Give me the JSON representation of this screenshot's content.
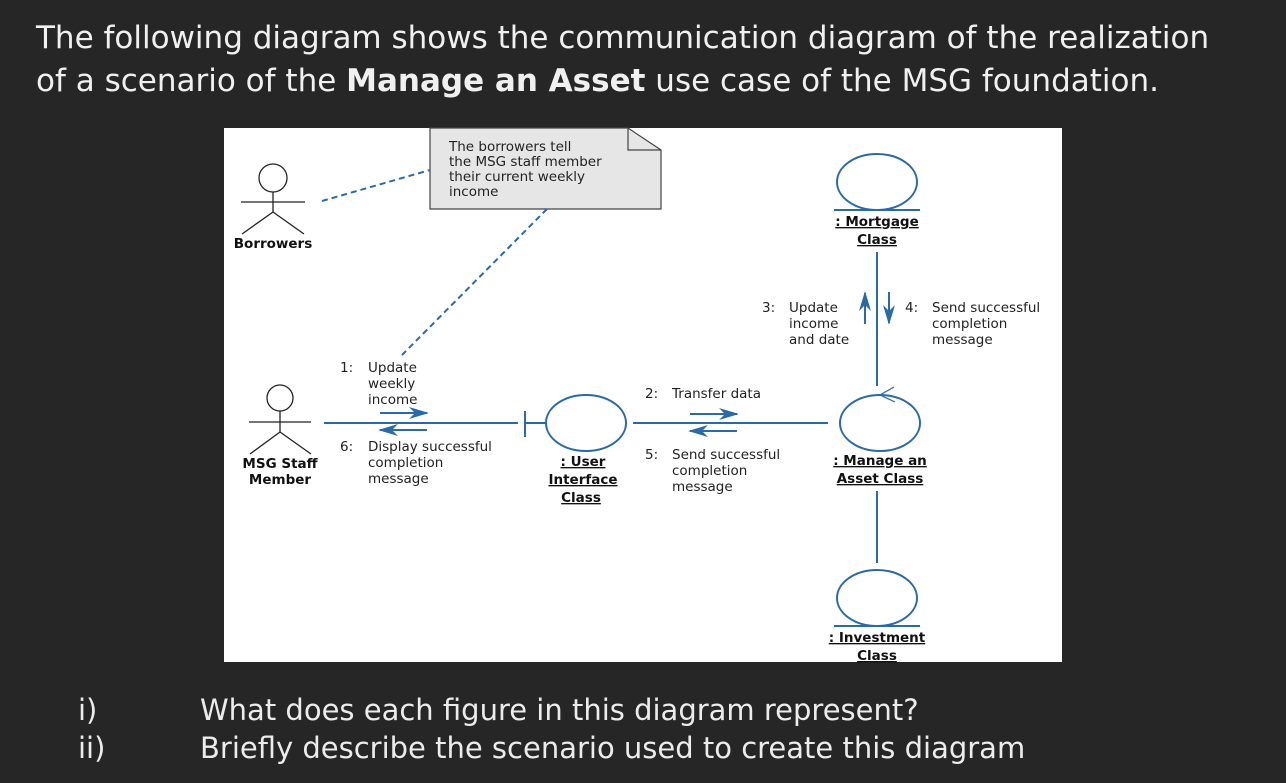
{
  "header": {
    "line1": "The following diagram shows the communication diagram of the realization",
    "line2_prefix": "of a scenario of the ",
    "line2_bold": "Manage an Asset",
    "line2_suffix": " use case of the MSG foundation."
  },
  "diagram": {
    "actors": {
      "borrowers": "Borrowers",
      "staff_line1": "MSG Staff",
      "staff_line2": "Member"
    },
    "note": [
      "The borrowers tell",
      "the MSG staff member",
      "their current weekly",
      "income"
    ],
    "objects": {
      "ui": [
        ": User",
        "Interface",
        "Class"
      ],
      "manage": [
        ": Manage an",
        "Asset Class"
      ],
      "mortgage": [
        ": Mortgage",
        "Class"
      ],
      "investment": [
        ": Investment",
        "Class"
      ]
    },
    "messages": [
      {
        "num": "1:",
        "lines": [
          "Update",
          "weekly",
          "income"
        ]
      },
      {
        "num": "2:",
        "lines": [
          "Transfer data"
        ]
      },
      {
        "num": "3:",
        "lines": [
          "Update",
          "income",
          "and date"
        ]
      },
      {
        "num": "4:",
        "lines": [
          "Send successful",
          "completion",
          "message"
        ]
      },
      {
        "num": "5:",
        "lines": [
          "Send successful",
          "completion",
          "message"
        ]
      },
      {
        "num": "6:",
        "lines": [
          "Display successful",
          "completion",
          "message"
        ]
      }
    ],
    "line_color": "#2a6aa8"
  },
  "questions": [
    {
      "num": "i)",
      "text": "What does each figure in this diagram represent?"
    },
    {
      "num": "ii)",
      "text": "Briefly describe the scenario used to create this diagram"
    }
  ]
}
